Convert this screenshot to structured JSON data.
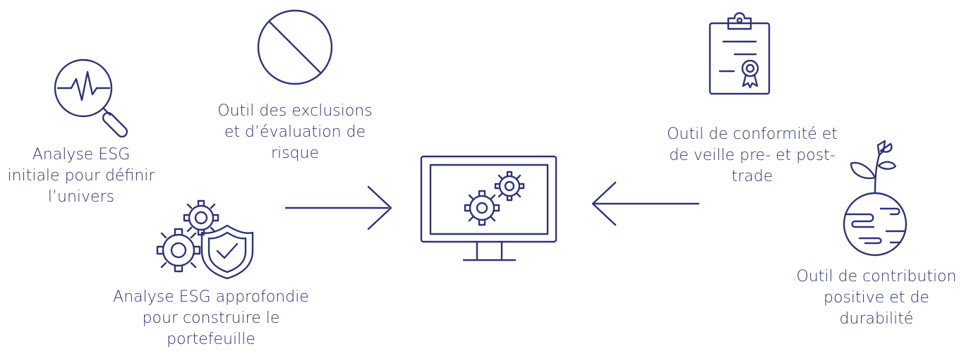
{
  "colors": {
    "primary": "#2e3476",
    "background": "#ffffff"
  },
  "labels": {
    "initial": {
      "lines": [
        "Analyse ESG",
        "initiale pour définir",
        "l’univers"
      ]
    },
    "exclusions": {
      "lines": [
        "Outil des exclusions",
        "et d’évaluation de",
        "risque"
      ]
    },
    "deep": {
      "lines": [
        "Analyse ESG approfondie",
        "pour construire le",
        "portefeuille"
      ]
    },
    "compliance": {
      "lines": [
        "Outil de conformité et",
        "de veille pre- et post-",
        "trade"
      ]
    },
    "contribution": {
      "lines": [
        "Outil de contribution",
        "positive et de",
        "durabilité"
      ]
    }
  },
  "icons": [
    "magnifier-pulse-icon",
    "prohibition-icon",
    "gears-shield-icon",
    "computer-gears-icon",
    "clipboard-certificate-icon",
    "plant-globe-icon"
  ],
  "arrows": [
    "arrow-right",
    "arrow-left"
  ]
}
